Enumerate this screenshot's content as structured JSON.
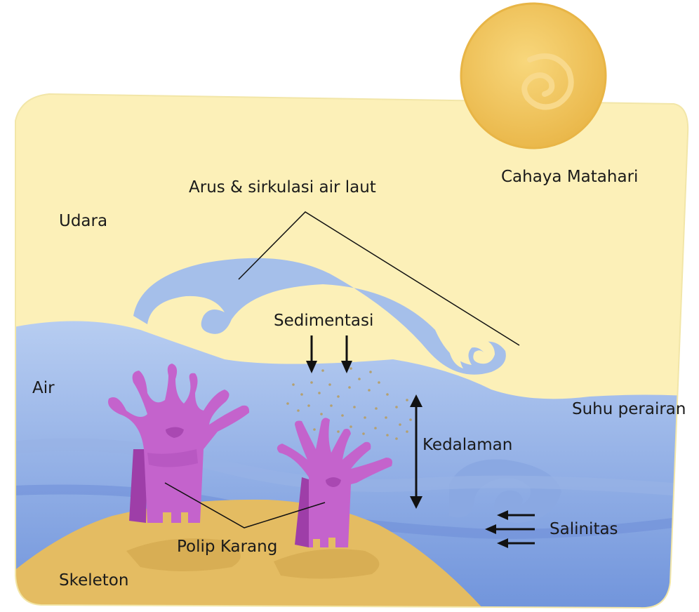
{
  "labels": {
    "sun": "Cahaya Matahari",
    "current": "Arus & sirkulasi air laut",
    "air_above": "Udara",
    "sediment": "Sedimentasi",
    "water": "Air",
    "temperature": "Suhu perairan",
    "depth": "Kedalaman",
    "salinity": "Salinitas",
    "polyp": "Polip Karang",
    "skeleton": "Skeleton"
  },
  "colors": {
    "sky": "#fcf0b8",
    "water_light": "#a9c1ec",
    "water_dark": "#7d9de0",
    "sand": "#e4bc62",
    "sun": "#f4ca62",
    "coral": "#c463cc",
    "coral_dark": "#9e3ea8"
  }
}
